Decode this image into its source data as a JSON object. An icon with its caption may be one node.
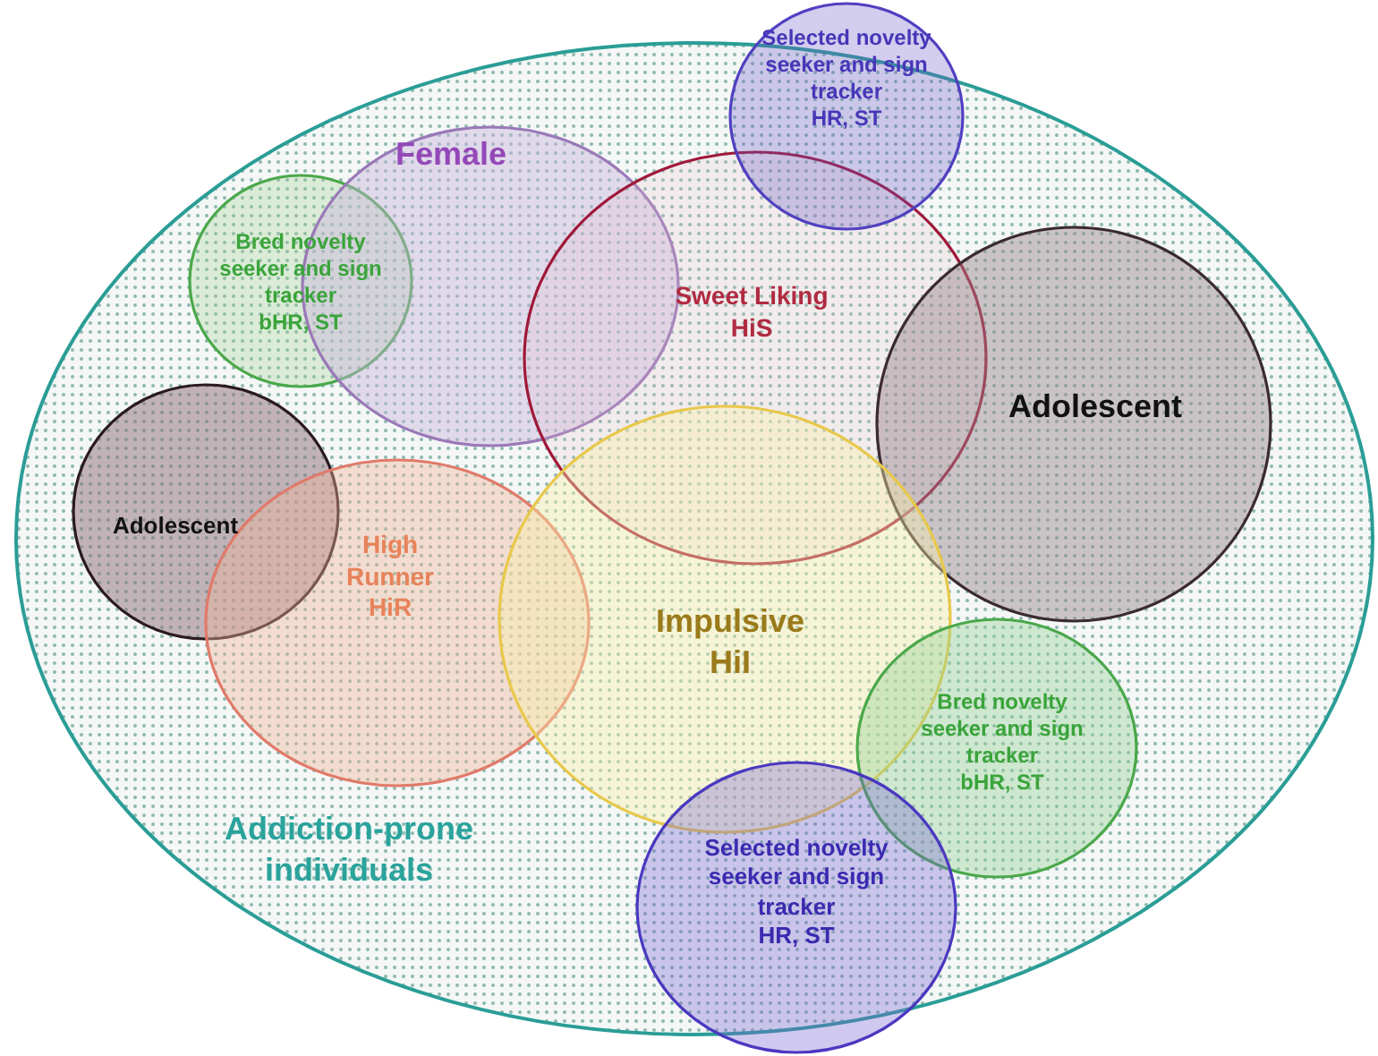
{
  "diagram": {
    "nodes": [
      {
        "text": [
          "Addiction-prone individuals"
        ]
      },
      {
        "text": [
          "Selected novelty seeker and sign tracker",
          "HR, ST"
        ]
      },
      {
        "text": [
          "Bred novelty seeker and sign tracker",
          "bHR, ST"
        ],
        "in": 0
      },
      {
        "text": [
          "Female"
        ],
        "in": 0
      },
      {
        "text": [
          "Sweet Liking",
          "HiS"
        ],
        "in": 0
      },
      {
        "text": [
          "Adolescent"
        ],
        "in": 0
      },
      {
        "text": [
          "Adolescent"
        ],
        "in": 0
      },
      {
        "text": [
          "High Runner",
          "HiR"
        ],
        "in": 0
      },
      {
        "text": [
          "Impulsive",
          "HiI"
        ],
        "in": 0
      },
      {
        "text": [
          "Bred novelty seeker and sign tracker",
          "bHR, ST"
        ],
        "in": 0
      },
      {
        "text": [
          "Selected novelty seeker and sign tracker",
          "HR, ST"
        ],
        "in": 0
      }
    ]
  }
}
